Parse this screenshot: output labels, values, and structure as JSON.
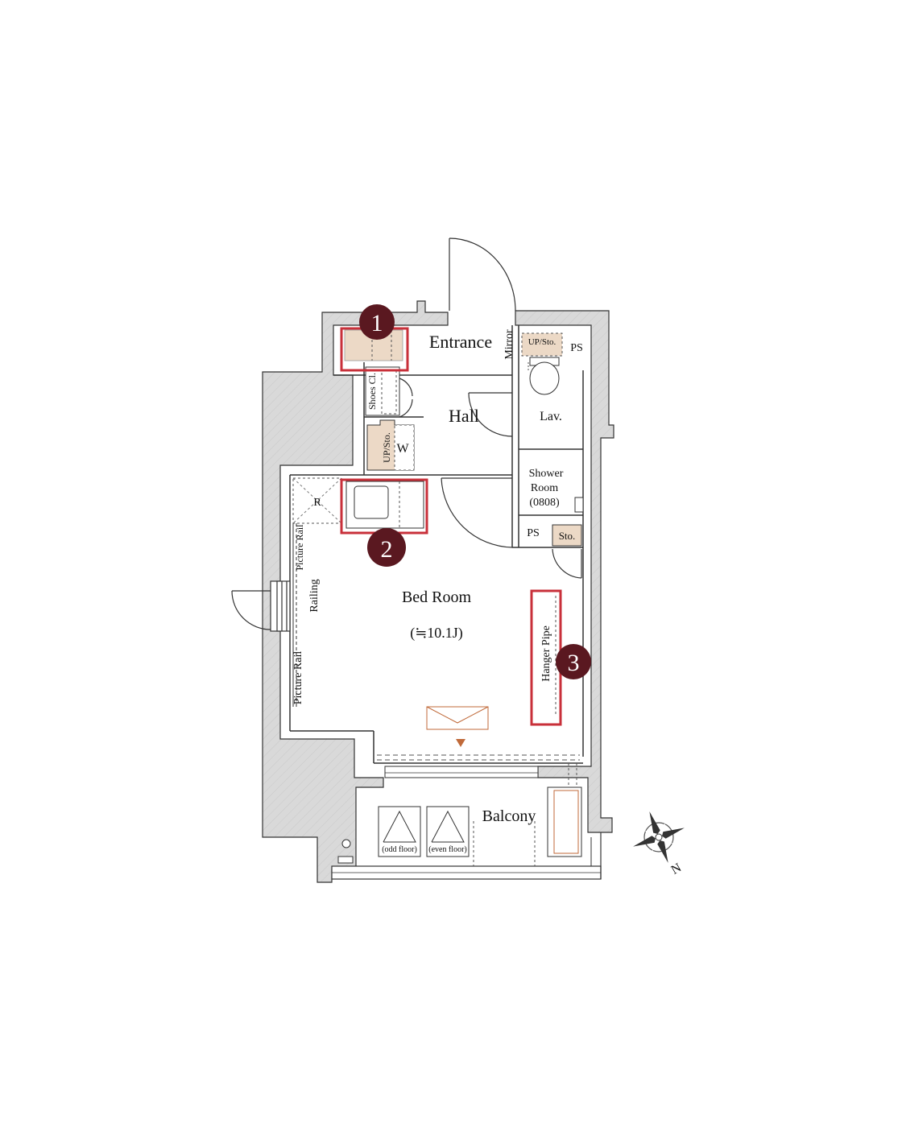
{
  "rooms": {
    "entrance": "Entrance",
    "hall": "Hall",
    "lav": "Lav.",
    "shower": "Shower",
    "shower_room": "Room",
    "shower_code": "(0808)",
    "bedroom": "Bed Room",
    "bedroom_size": "(≒10.1J)",
    "balcony": "Balcony"
  },
  "fixtures": {
    "mirror": "Mirror",
    "up_sto_top": "UP/Sto.",
    "ps_top": "PS",
    "shoes_cl": "Shoes Cl.",
    "up_sto_left": "UP/Sto.",
    "washer": "W",
    "fridge": "R",
    "ps_bottom": "PS",
    "sto": "Sto.",
    "picture_rail_1": "Picture Rail",
    "railing": "Railing",
    "picture_rail_2": "Picture Rail",
    "hanger_pipe": "Hanger Pipe",
    "odd_floor": "(odd floor)",
    "even_floor": "(even floor)"
  },
  "markers": [
    "1",
    "2",
    "3"
  ],
  "compass": {
    "label": "N"
  },
  "colors": {
    "wall": "#d9d9d9",
    "wall_stroke": "#333333",
    "highlight": "#c8303a",
    "marker": "#5a1820",
    "storage_fill": "#ecd9c6",
    "window_accent": "#c06a3a"
  }
}
